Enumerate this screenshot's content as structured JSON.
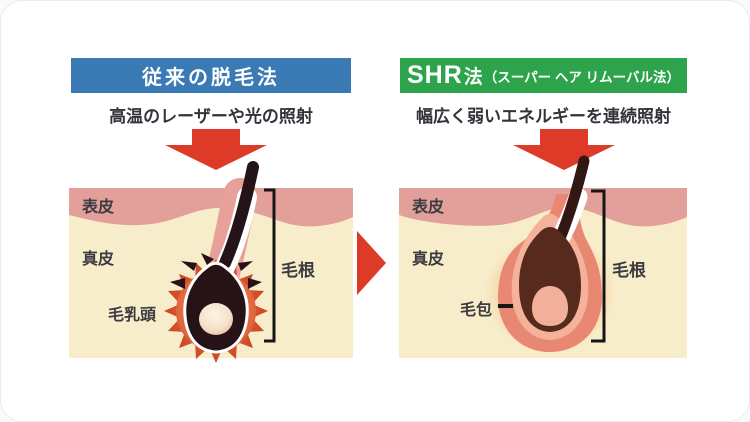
{
  "left": {
    "header": "従来の脱毛法",
    "subtitle": "高温のレーザーや光の照射",
    "labels": {
      "epidermis": "表皮",
      "dermis": "真皮",
      "papilla": "毛乳頭",
      "root": "毛根"
    }
  },
  "right": {
    "header_brand": "SHR",
    "header_suffix": "法",
    "header_paren": "（スーパー ヘア リムーバル法）",
    "subtitle": "幅広く弱いエネルギーを連続照射",
    "labels": {
      "epidermis": "表皮",
      "dermis": "真皮",
      "follicle": "毛包",
      "root": "毛根"
    }
  },
  "colors": {
    "blue": "#3a7ab5",
    "green": "#2da44b",
    "red": "#dd3a28",
    "cream": "#f8edca",
    "skin_pink": "#e3a09a",
    "channel_pink": "#e8a198",
    "glow_orange": "#ef9855",
    "burst_orange": "#d85730",
    "ring_orange": "#e2714a",
    "follicle_outer": "#e98872",
    "follicle_inner": "#f5b29b",
    "bulb_dark_left": "#261317",
    "bulb_brown": "#562a1d",
    "dome_pink": "#f2b09a",
    "papilla_light": "#fbefdd",
    "hair_black": "#241418",
    "text_dark": "#33333b",
    "label_dark": "#3b3b41",
    "bracket": "#151515"
  }
}
